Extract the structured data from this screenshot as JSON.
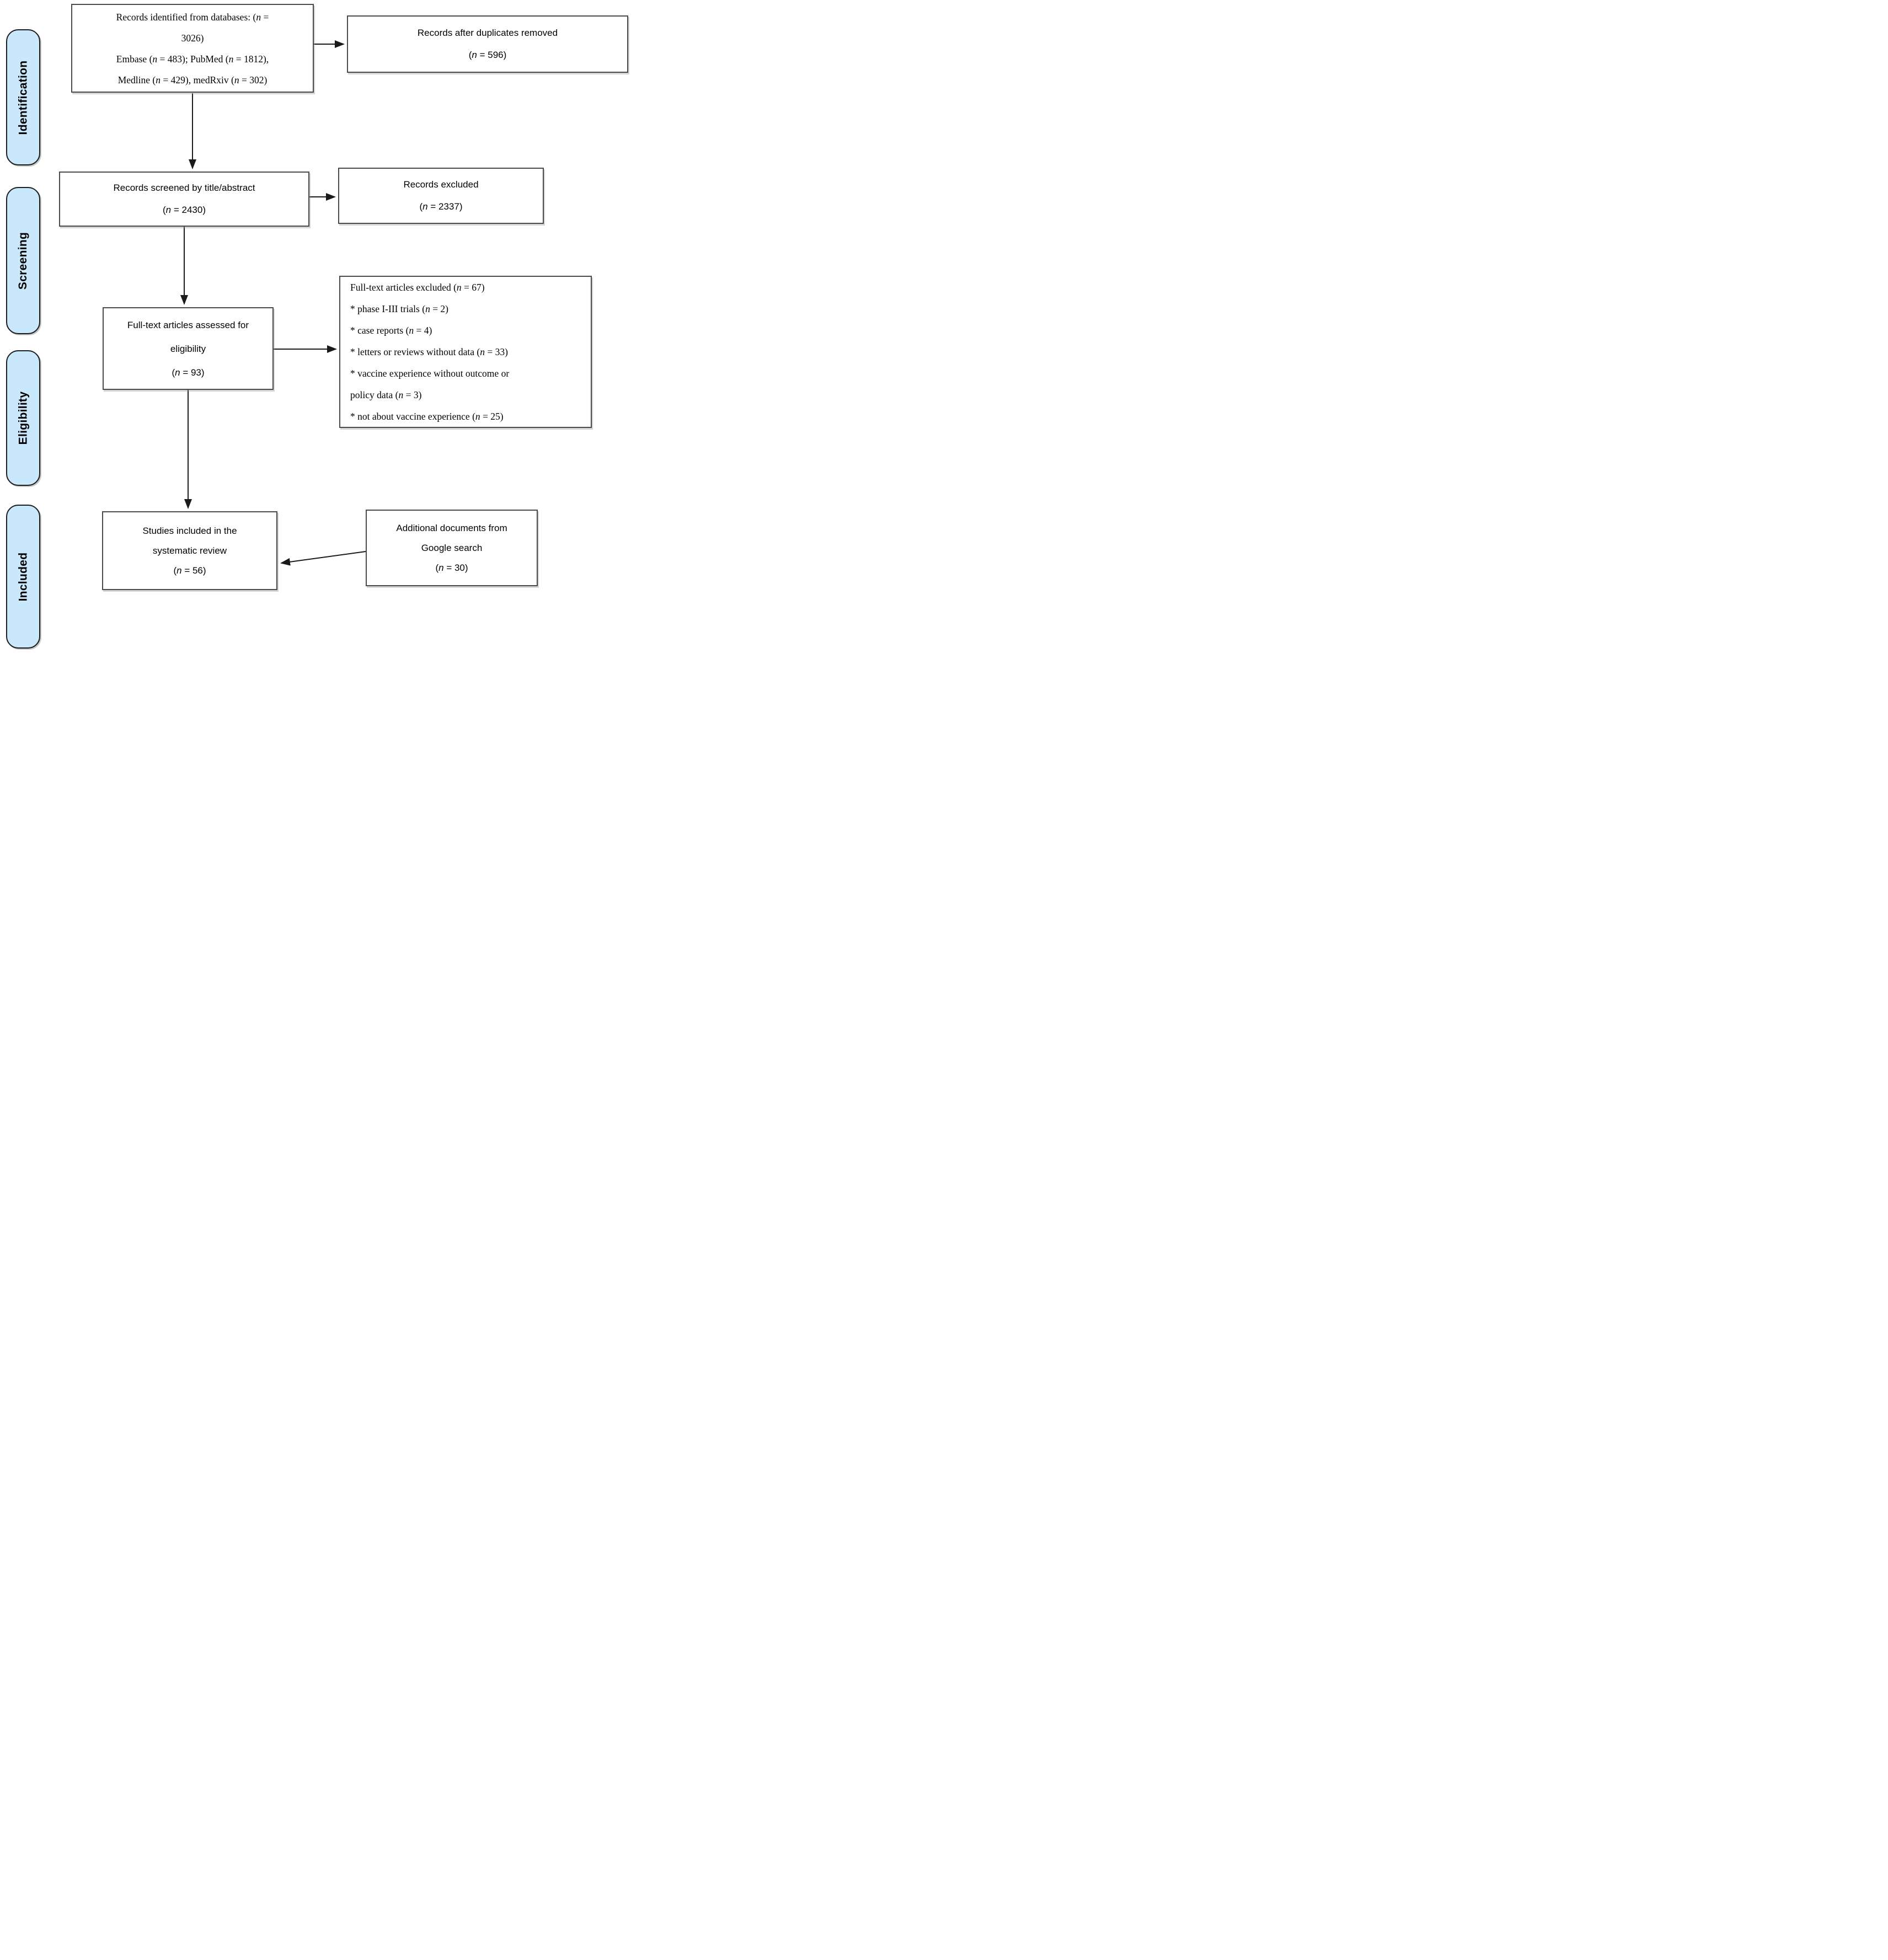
{
  "stages": [
    {
      "label": "Identification"
    },
    {
      "label": "Screening"
    },
    {
      "label": "Eligibility"
    },
    {
      "label": "Included"
    }
  ],
  "boxes": {
    "records_identified": {
      "lines": [
        "Records identified from databases: (n =",
        "3026)",
        "Embase (n = 483); PubMed (n = 1812),",
        "Medline (n = 429), medRxiv (n = 302)"
      ]
    },
    "duplicates_removed": {
      "lines": [
        "Records after duplicates removed",
        "(n = 596)"
      ]
    },
    "records_screened": {
      "lines": [
        "Records screened by title/abstract",
        "(n = 2430)"
      ]
    },
    "records_excluded": {
      "lines": [
        "Records excluded",
        "(n = 2337)"
      ]
    },
    "fulltext_assessed": {
      "lines": [
        "Full-text articles assessed for",
        "eligibility",
        "(n = 93)"
      ]
    },
    "fulltext_excluded": {
      "lines": [
        "Full-text articles excluded (n = 67)",
        "* phase I-III trials (n = 2)",
        "* case reports (n = 4)",
        "* letters or reviews without data (n = 33)",
        "* vaccine experience without outcome or",
        "policy data (n = 3)",
        "* not about vaccine experience (n = 25)"
      ]
    },
    "studies_included": {
      "lines": [
        "Studies included in the",
        "systematic review",
        "(n = 56)"
      ]
    },
    "google_search": {
      "lines": [
        "Additional documents from",
        "Google search",
        "(n = 30)"
      ]
    }
  },
  "colors": {
    "stage_fill": "#cae8fc",
    "stage_border": "#1c1c1c",
    "box_border": "#4a4a4a",
    "arrow": "#1a1a1a",
    "text": "#000000",
    "background": "#ffffff"
  }
}
